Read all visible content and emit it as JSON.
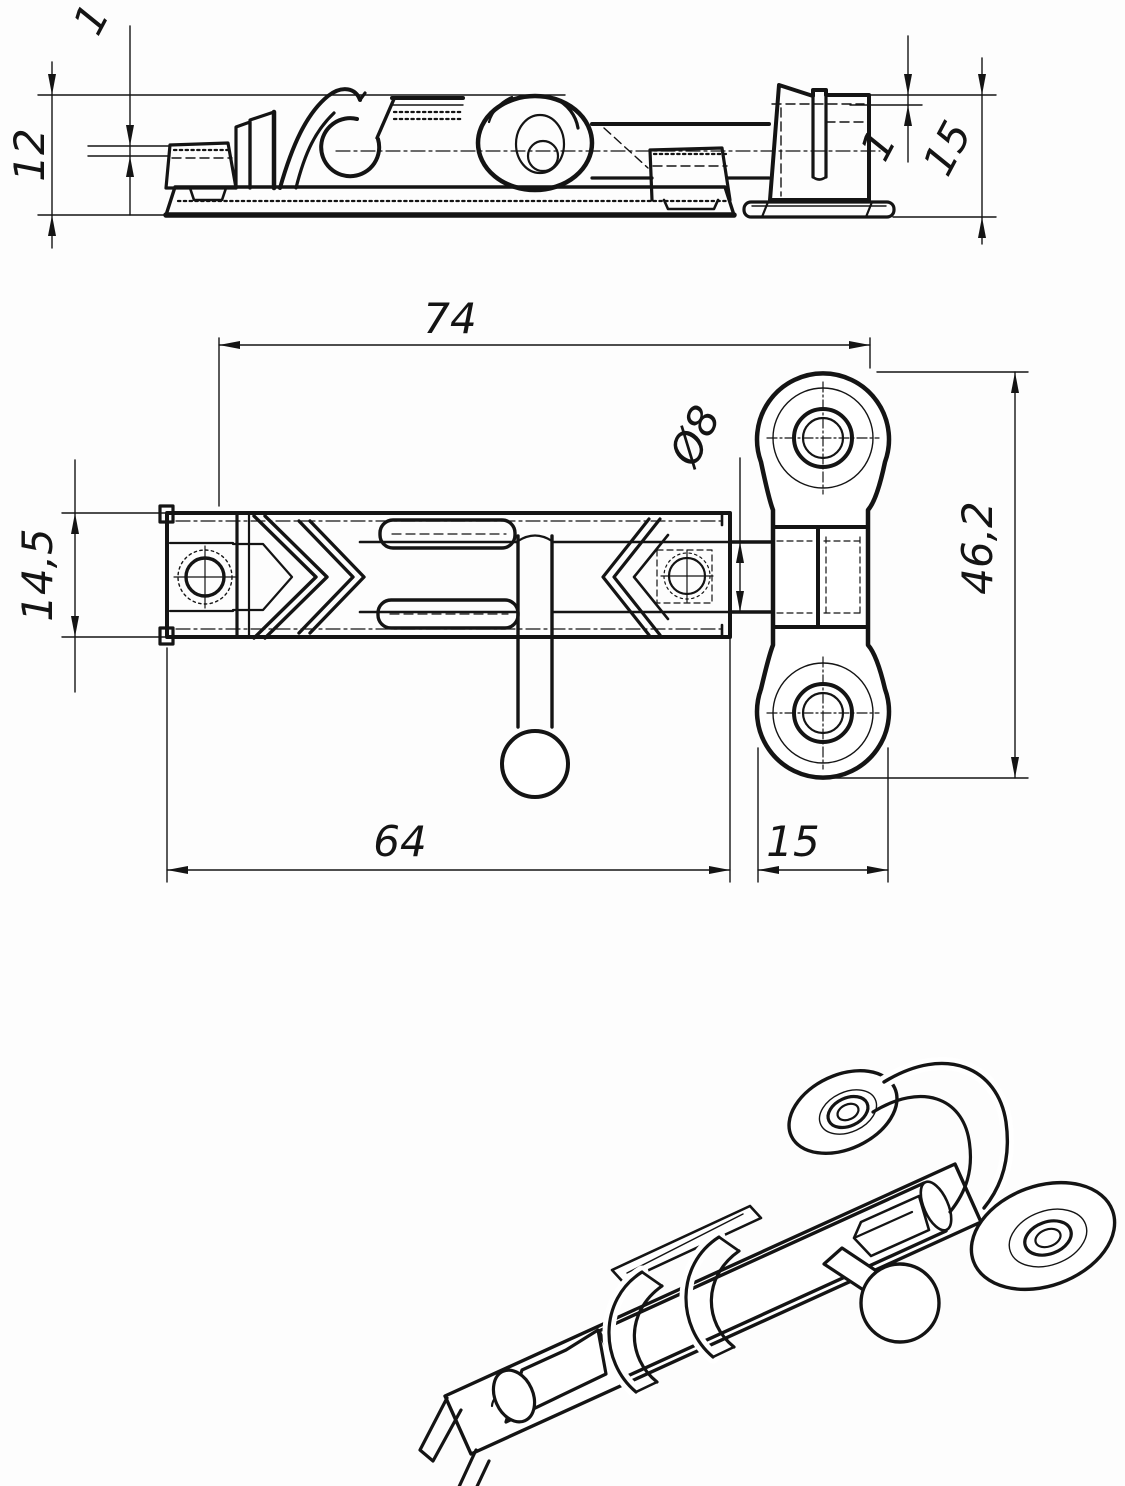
{
  "drawing": {
    "side_view": {
      "dim_plate_thickness": "1",
      "dim_height": "12",
      "dim_keeper_plate_thickness": "1",
      "dim_keeper_height": "15"
    },
    "plan_view": {
      "dim_overall_length": "74",
      "dim_rod_diameter": "Ø8",
      "dim_keeper_length": "46,2",
      "dim_body_width": "14,5",
      "dim_base_length": "64",
      "dim_keeper_width": "15"
    }
  }
}
